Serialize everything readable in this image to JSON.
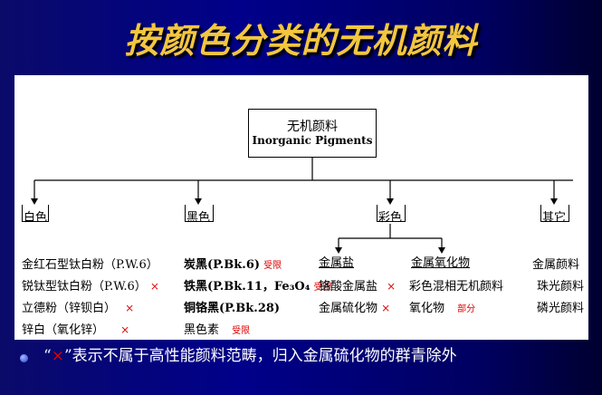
{
  "slide": {
    "title": "按颜色分类的无机颜料"
  },
  "tree": {
    "root_cn": "无机颜料",
    "root_en": "Inorganic Pigments",
    "categories": {
      "white": "白色",
      "black": "黑色",
      "colored": "彩色",
      "other": "其它"
    },
    "subcategories": {
      "metal_salt": "金属盐",
      "metal_oxide": "金属氧化物"
    },
    "white_items": [
      {
        "text": "金红石型钛白粉（P.W.6）",
        "mark": ""
      },
      {
        "text": "锐钛型钛白粉（P.W.6）",
        "mark": "×"
      },
      {
        "text": "立德粉（锌钡白）",
        "mark": "×"
      },
      {
        "text": "锌白（氧化锌）",
        "mark": "×"
      }
    ],
    "black_items": [
      {
        "text": "炭黑(P.Bk.6)",
        "note": "受限"
      },
      {
        "text": "铁黑(P.Bk.11，Fe₃O₄",
        "note": "受限"
      },
      {
        "text": "铜铬黑(P.Bk.28)",
        "note": ""
      },
      {
        "text": "黑色素",
        "note": "受限"
      }
    ],
    "metal_salt_items": [
      {
        "text": "铬酸金属盐",
        "mark": "×"
      },
      {
        "text": "金属硫化物",
        "mark": "×"
      }
    ],
    "metal_oxide_items": [
      {
        "text": "彩色混相无机颜料",
        "note": ""
      },
      {
        "text": "氧化物",
        "note": "部分"
      }
    ],
    "other_items": [
      "金属颜料",
      "珠光颜料",
      "磷光颜料"
    ]
  },
  "footer": {
    "quote_open": "“",
    "mark": "×",
    "text": "”表示不属于高性能颜料范畴，归入金属硫化物的群青除外"
  }
}
